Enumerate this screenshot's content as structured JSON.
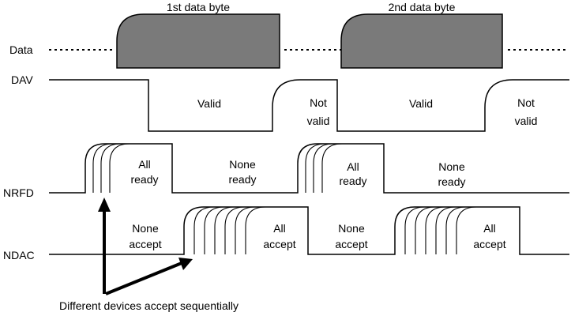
{
  "signals": {
    "data": "Data",
    "dav": "DAV",
    "nrfd": "NRFD",
    "ndac": "NDAC"
  },
  "bytes": {
    "first": "1st data byte",
    "second": "2nd data byte"
  },
  "dav_states": {
    "valid_1": "Valid",
    "not_valid_1": [
      "Not",
      "valid"
    ],
    "valid_2": "Valid",
    "not_valid_2": [
      "Not",
      "valid"
    ]
  },
  "nrfd_states": {
    "all_ready_1": [
      "All",
      "ready"
    ],
    "none_ready_1": [
      "None",
      "ready"
    ],
    "all_ready_2": [
      "All",
      "ready"
    ],
    "none_ready_2": [
      "None",
      "ready"
    ]
  },
  "ndac_states": {
    "none_accept_1": [
      "None",
      "accept"
    ],
    "all_accept_1": [
      "All",
      "accept"
    ],
    "none_accept_2": [
      "None",
      "accept"
    ],
    "all_accept_2": [
      "All",
      "accept"
    ]
  },
  "annotation": "Different devices accept sequentially"
}
